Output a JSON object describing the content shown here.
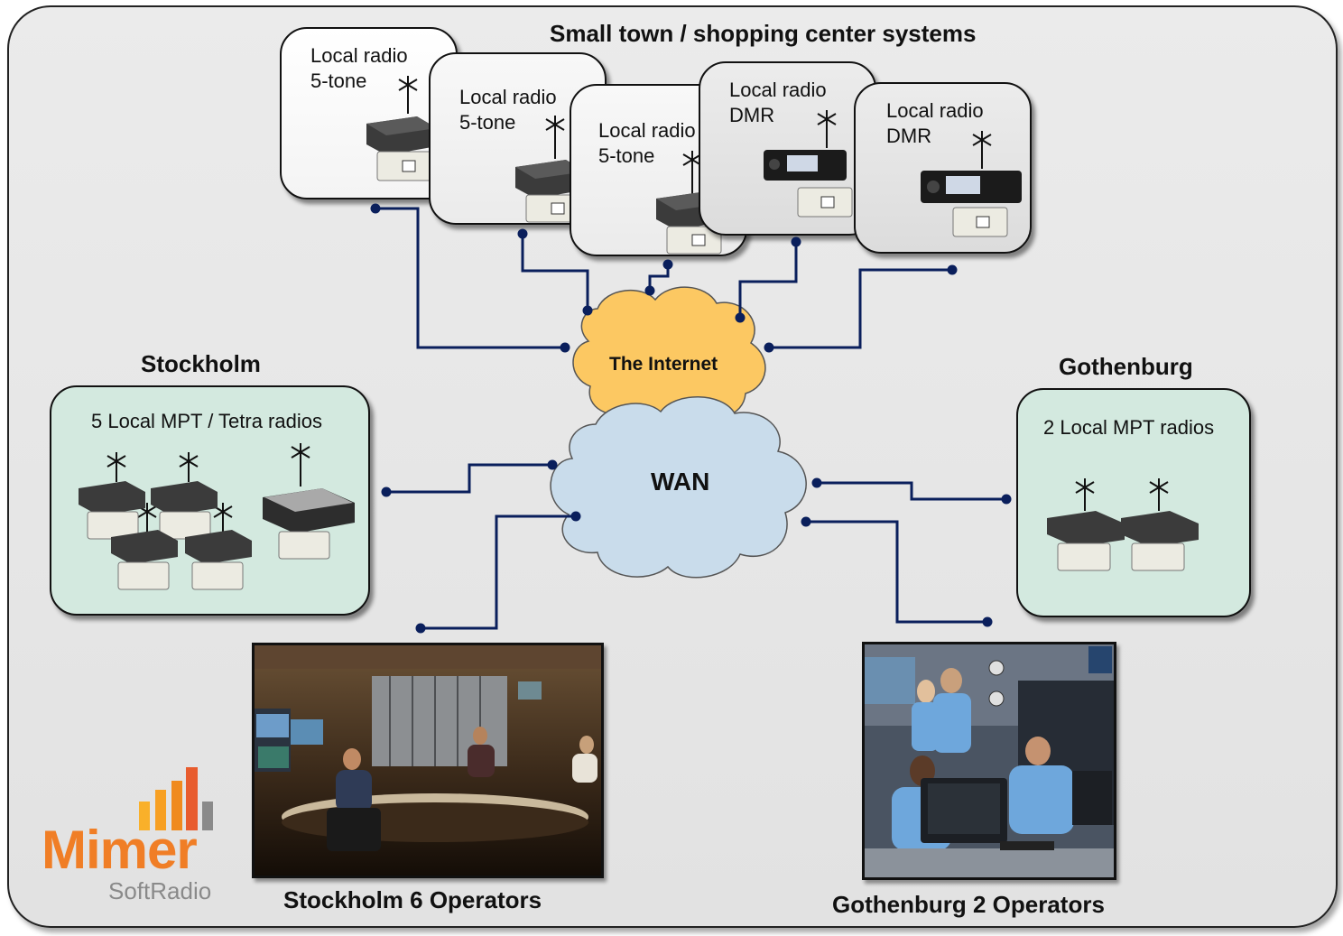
{
  "title": "Small town / shopping center systems",
  "internet_label": "The Internet",
  "wan_label": "WAN",
  "local_radios": [
    {
      "line1": "Local radio",
      "line2": "5-tone",
      "device": "5-tone-radio"
    },
    {
      "line1": "Local radio",
      "line2": "5-tone",
      "device": "5-tone-radio"
    },
    {
      "line1": "Local radio",
      "line2": "5-tone",
      "device": "5-tone-radio"
    },
    {
      "line1": "Local radio",
      "line2": "DMR",
      "device": "dmr-radio"
    },
    {
      "line1": "Local radio",
      "line2": "DMR",
      "device": "dmr-radio"
    }
  ],
  "stockholm": {
    "title": "Stockholm",
    "box_label": "5 Local MPT / Tetra radios",
    "operators": "Stockholm 6 Operators"
  },
  "gothenburg": {
    "title": "Gothenburg",
    "box_label": "2 Local MPT radios",
    "operators": "Gothenburg 2 Operators"
  },
  "logo": {
    "name": "Mimer",
    "sub": "SoftRadio"
  },
  "colors": {
    "link": "#0a1f5c",
    "internet": "#fcc862",
    "wan": "#c9dceb",
    "mint": "#d3e9df",
    "logo_orange": "#f07e26",
    "logo_gray": "#8a8a8a"
  }
}
